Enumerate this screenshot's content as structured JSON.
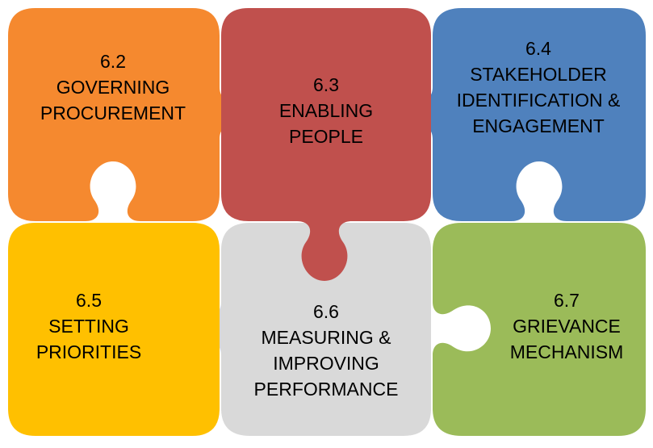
{
  "diagram": {
    "pieces": [
      {
        "id": "p1",
        "color": "#F5892F",
        "lines": [
          "6.2",
          "GOVERNING",
          "PROCUREMENT"
        ]
      },
      {
        "id": "p2",
        "color": "#C0504D",
        "lines": [
          "6.3",
          "ENABLING",
          "PEOPLE"
        ]
      },
      {
        "id": "p3",
        "color": "#4F81BD",
        "lines": [
          "6.4",
          "STAKEHOLDER",
          "IDENTIFICATION &",
          "ENGAGEMENT"
        ]
      },
      {
        "id": "p4",
        "color": "#FFC000",
        "lines": [
          "6.5",
          "SETTING",
          "PRIORITIES"
        ]
      },
      {
        "id": "p5",
        "color": "#D9D9D9",
        "lines": [
          "6.6",
          "MEASURING &",
          "IMPROVING",
          "PERFORMANCE"
        ]
      },
      {
        "id": "p6",
        "color": "#9BBB59",
        "lines": [
          "6.7",
          "GRIEVANCE",
          "MECHANISM"
        ]
      }
    ]
  }
}
